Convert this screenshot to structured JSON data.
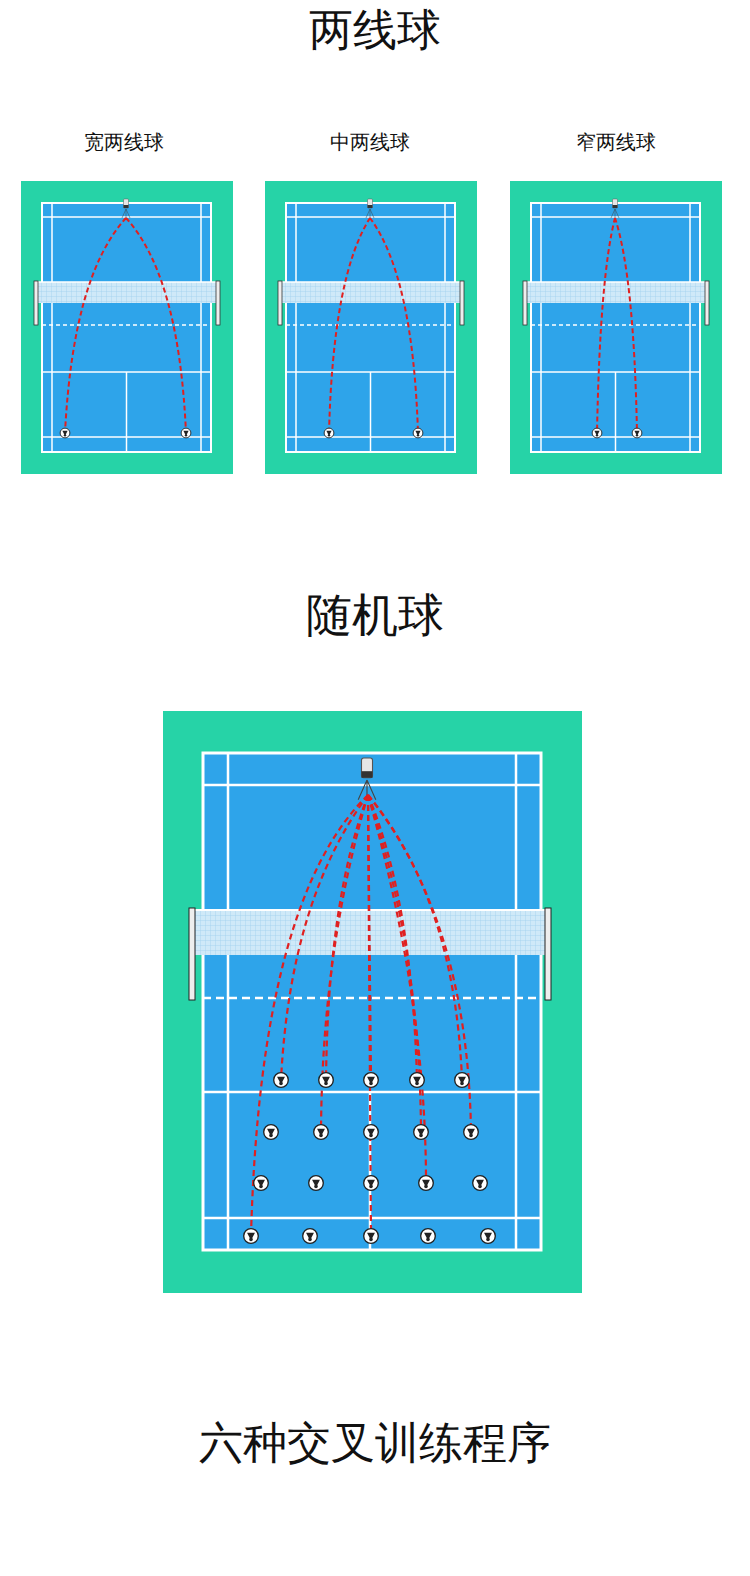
{
  "diagram": {
    "title": "两线球",
    "labels": [
      "宽两线球",
      "中两线球",
      "窄两线球",
      "随机球",
      "六种交叉训练程序"
    ]
  }
}
